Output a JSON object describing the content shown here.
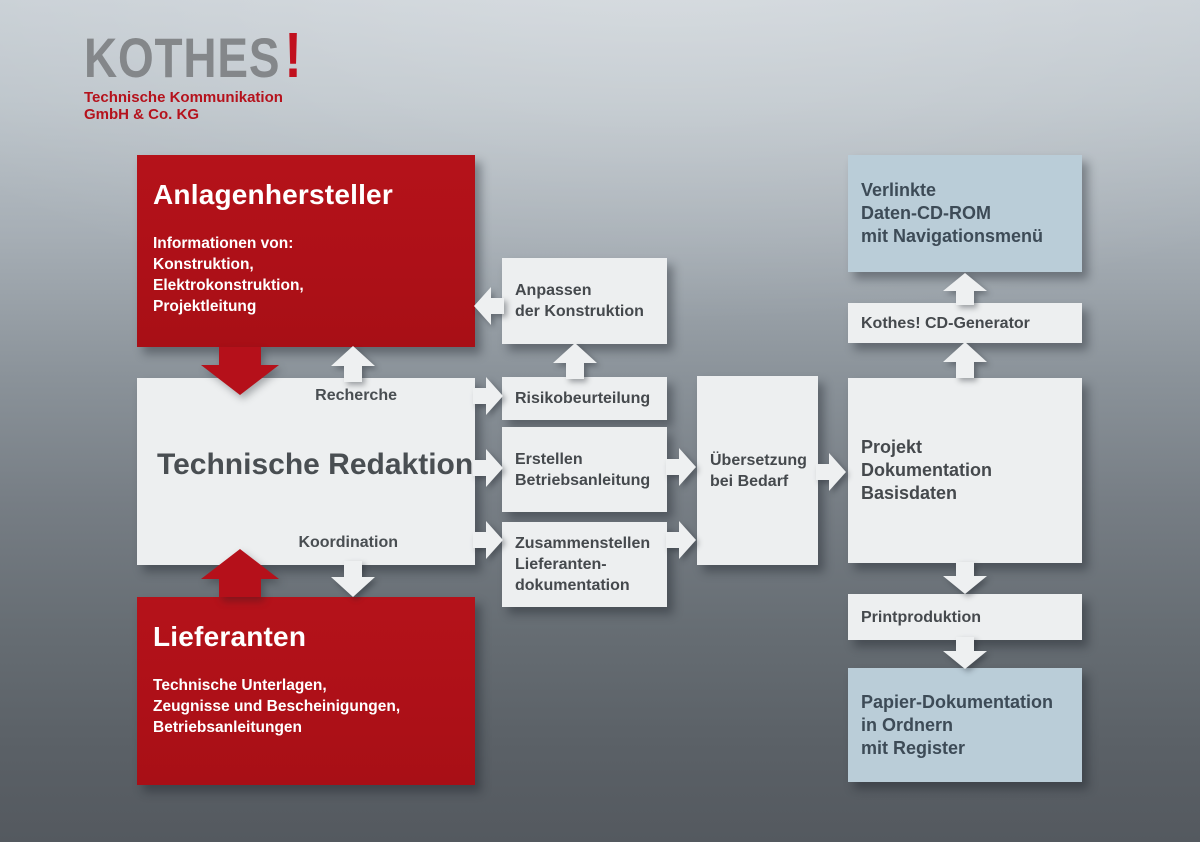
{
  "logo": {
    "name": "KOTHES",
    "exclamation": "!",
    "subtitle": "Technische Kommunikation\nGmbH & Co. KG"
  },
  "colors": {
    "red_box": "#b5121a",
    "light_box": "#edeff0",
    "blue_box": "#bacdd8",
    "dark_text": "#45494d",
    "white_text": "#ffffff",
    "background_top": "#c7ced4",
    "background_bottom": "#54595f"
  },
  "nodes": {
    "anlagenhersteller": {
      "title": "Anlagenhersteller",
      "body": "Informationen von:\nKonstruktion,\nElektrokonstruktion,\nProjektleitung"
    },
    "technische_redaktion": {
      "title": "Technische Redaktion",
      "label_top": "Recherche",
      "label_bottom": "Koordination"
    },
    "lieferanten": {
      "title": "Lieferanten",
      "body": "Technische Unterlagen,\nZeugnisse und Bescheinigungen,\nBetriebsanleitungen"
    },
    "anpassen": {
      "label": "Anpassen\nder Konstruktion"
    },
    "risikobeurteilung": {
      "label": "Risikobeurteilung"
    },
    "erstellen": {
      "label": "Erstellen\nBetriebsanleitung"
    },
    "zusammenstellen": {
      "label": "Zusammenstellen\nLieferanten-\ndokumentation"
    },
    "uebersetzung": {
      "label": "Übersetzung\nbei Bedarf"
    },
    "verlinkte_cd": {
      "label": "Verlinkte\nDaten-CD-ROM\nmit Navigationsmenü"
    },
    "cd_generator": {
      "label": "Kothes! CD-Generator"
    },
    "projekt_doku": {
      "label": "Projekt\nDokumentation\nBasisdaten"
    },
    "printproduktion": {
      "label": "Printproduktion"
    },
    "papier_doku": {
      "label": "Papier-Dokumentation\nin Ordnern\nmit Register"
    }
  }
}
